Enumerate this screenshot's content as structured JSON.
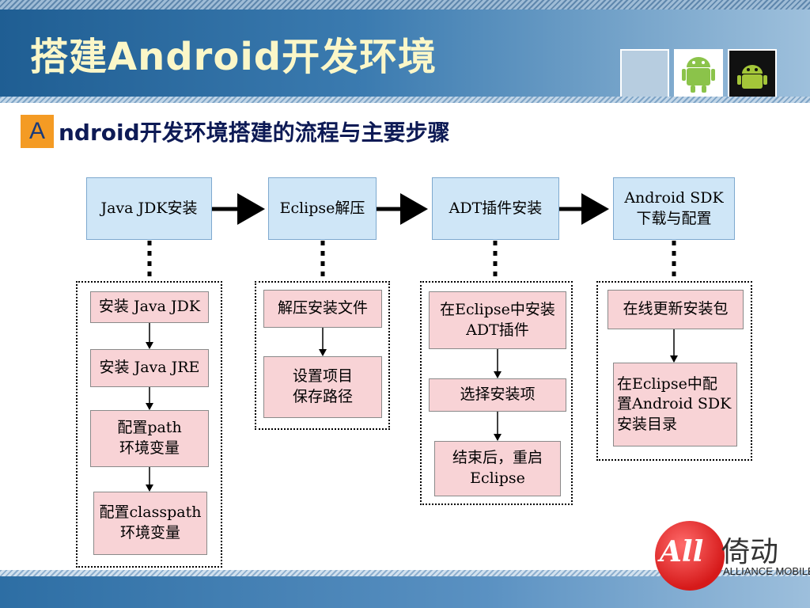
{
  "title": "搭建Android开发环境",
  "subtitle": {
    "badge": "A",
    "text": "ndroid开发环境搭建的流程与主要步骤"
  },
  "thumbnails": [
    "blank-thumbnail",
    "android-robot-icon",
    "android-robot-dark-icon"
  ],
  "colors": {
    "title_text": "#fbf7c8",
    "badge": "#f49b24",
    "top_box": "#cfe6f7",
    "sub_box": "#f8d3d6",
    "logo_red": "#d61a1a"
  },
  "flow": {
    "steps": [
      {
        "label": "Java JDK安装",
        "substeps": [
          "安装 Java JDK",
          "安装 Java JRE",
          "配置path\n环境变量",
          "配置classpath\n环境变量"
        ]
      },
      {
        "label": "Eclipse解压",
        "substeps": [
          "解压安装文件",
          "设置项目\n保存路径"
        ]
      },
      {
        "label": "ADT插件安装",
        "substeps": [
          "在Eclipse中安装\nADT插件",
          "选择安装项",
          "结束后，重启\nEclipse"
        ]
      },
      {
        "label": "Android SDK\n下载与配置",
        "substeps": [
          "在线更新安装包",
          "在Eclipse中配\n置Android SDK\n安装目录"
        ]
      }
    ]
  },
  "logo": {
    "mark": "All",
    "cn": "倚动",
    "en": "ALLIANCE MOBILE"
  }
}
